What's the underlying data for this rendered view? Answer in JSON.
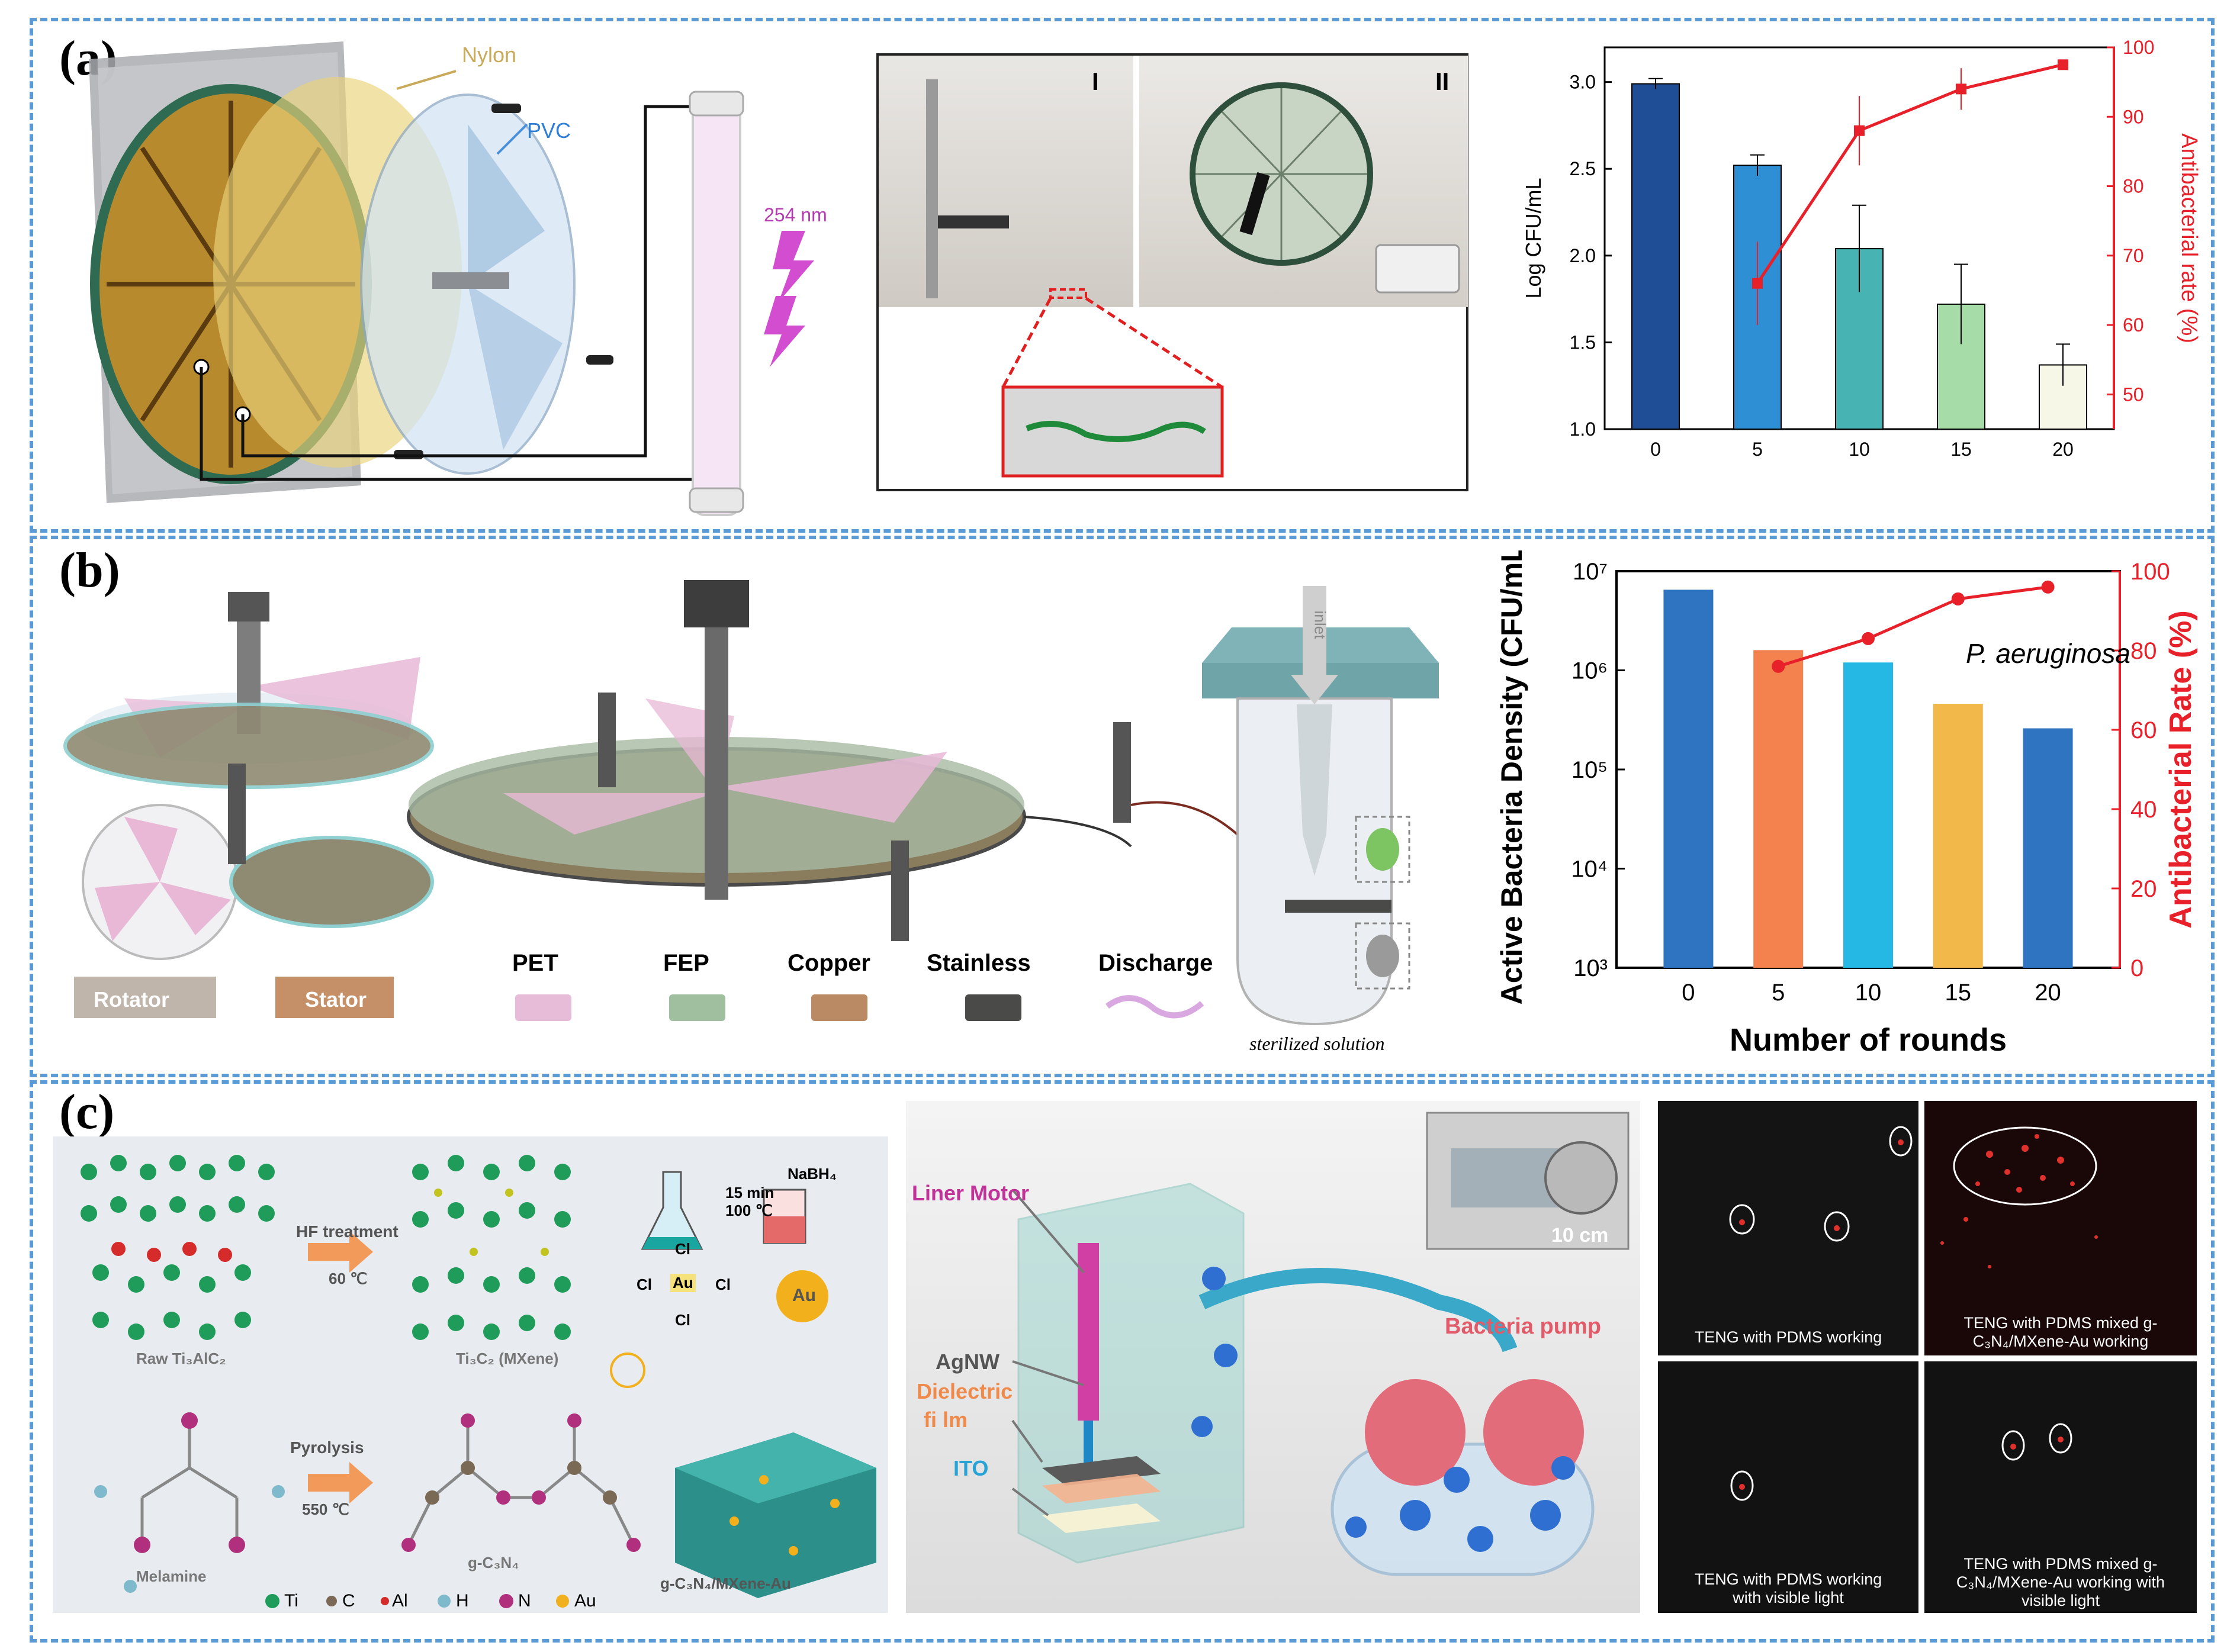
{
  "panels": {
    "a": {
      "label": "(a)",
      "device": {
        "nylon": "Nylon",
        "pvc": "PVC",
        "wavelength": "254 nm"
      },
      "photo": {
        "left_tag": "I",
        "right_tag": "II"
      },
      "chart_data": {
        "type": "bar",
        "categories": [
          "0",
          "5",
          "10",
          "15",
          "20"
        ],
        "series": [
          {
            "values": [
              2.99,
              2.52,
              2.04,
              1.72,
              1.37
            ],
            "errors": [
              0.03,
              0.06,
              0.25,
              0.23,
              0.12
            ],
            "colors": [
              "#1f4e96",
              "#2e8fd4",
              "#48b3b3",
              "#a6dca8",
              "#f6f7e6"
            ]
          },
          {
            "type": "line",
            "x": [
              "5",
              "10",
              "15",
              "20"
            ],
            "values": [
              66,
              88,
              94,
              97.5
            ],
            "errors": [
              6,
              5,
              3,
              0.5
            ],
            "color": "#e8202a"
          }
        ],
        "ylabel": "Log CFU/mL",
        "y2label": "Antibacterial rate (%)",
        "ylim": [
          1.0,
          3.2
        ],
        "y2lim": [
          45,
          100
        ],
        "yticks": [
          "1.0",
          "1.5",
          "2.0",
          "2.5",
          "3.0"
        ],
        "y2ticks": [
          "50",
          "60",
          "70",
          "80",
          "90",
          "100"
        ]
      }
    },
    "b": {
      "label": "(b)",
      "legend": [
        "Rotator",
        "Stator"
      ],
      "materials": [
        "PET",
        "FEP",
        "Copper",
        "Stainless",
        "Discharge"
      ],
      "material_colors": [
        "#e6bcd8",
        "#9fbf9f",
        "#b98a63",
        "#4a4a48",
        "#d9a8e0"
      ],
      "tube": {
        "inlet": "inlet",
        "caption": "sterilized solution"
      },
      "chart_data": {
        "type": "bar",
        "categories": [
          "0",
          "5",
          "10",
          "15",
          "20"
        ],
        "series": [
          {
            "values": [
              6500000,
              1600000,
              1200000,
              460000,
              260000
            ],
            "colors": [
              "#2f74c0",
              "#f3824f",
              "#25b8e5",
              "#f2b94a",
              "#2f74c0"
            ]
          },
          {
            "type": "line",
            "x": [
              "5",
              "10",
              "15",
              "20"
            ],
            "values": [
              76,
              83,
              93,
              96
            ],
            "color": "#e8202a"
          }
        ],
        "annotation": "P. aeruginosa",
        "xlabel": "Number of rounds",
        "ylabel": "Active Bacteria Density (CFU/mL)",
        "y2label": "Antibacterial Rate (%)",
        "yscale": "log",
        "ylim": [
          1000,
          10000000
        ],
        "y2lim": [
          0,
          100
        ],
        "yticks": [
          "10³",
          "10⁴",
          "10⁵",
          "10⁶",
          "10⁷"
        ],
        "y2ticks": [
          "0",
          "20",
          "40",
          "60",
          "80",
          "100"
        ]
      }
    },
    "c": {
      "label": "(c)",
      "synthesis": {
        "hf": "HF treatment",
        "temp1": "60 ℃",
        "raw": "Raw Ti₃AlC₂",
        "mxene": "Ti₃C₂ (MXene)",
        "time": "15 min",
        "temp2": "100 ℃",
        "nabh4": "NaBH₄",
        "au": "Au",
        "cl": "Cl",
        "pyro": "Pyrolysis",
        "temp3": "550 ℃",
        "melamine": "Melamine",
        "gcn": "g-C₃N₄",
        "composite": "g-C₃N₄/MXene-Au",
        "elements": [
          "Ti",
          "C",
          "Al",
          "H",
          "N",
          "Au"
        ],
        "element_colors": [
          "#1f9c5a",
          "#7a6a55",
          "#d62b2b",
          "#7fb9cc",
          "#b0307d",
          "#f0b020"
        ]
      },
      "device": {
        "motor": "Liner Motor",
        "agnw": "AgNW",
        "dielectric1": "Dielectric",
        "dielectric2": "fi lm",
        "ito": "ITO",
        "pump": "Bacteria pump",
        "scale": "10 cm"
      },
      "micro": {
        "q1": "TENG with PDMS working",
        "q2": "TENG with PDMS mixed g-C₃N₄/MXene-Au working",
        "q3": "TENG with PDMS working with visible light",
        "q4": "TENG with PDMS mixed g-C₃N₄/MXene-Au working with visible light"
      }
    }
  }
}
